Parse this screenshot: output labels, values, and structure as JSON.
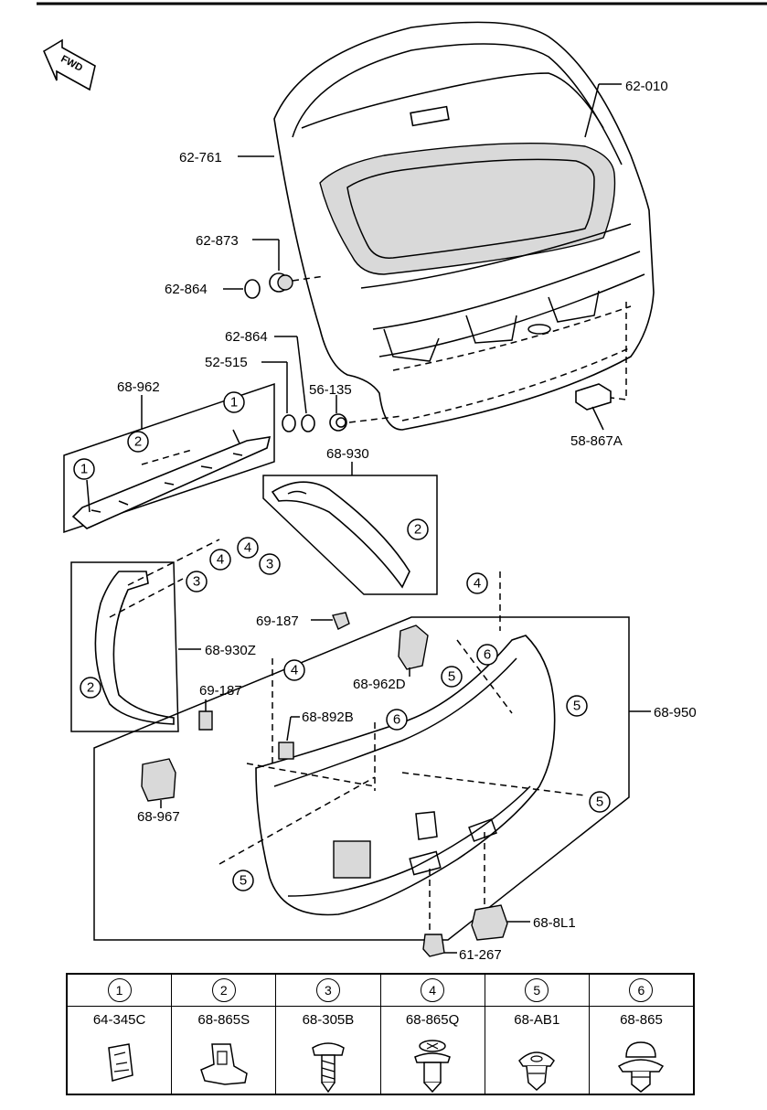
{
  "fwd_label": "FWD",
  "labels": {
    "p62010": "62-010",
    "p62761": "62-761",
    "p62873": "62-873",
    "p62864a": "62-864",
    "p62864b": "62-864",
    "p52515": "52-515",
    "p56135": "56-135",
    "p58867a": "58-867A",
    "p68962": "68-962",
    "p68930": "68-930",
    "p68930z": "68-930Z",
    "p69187a": "69-187",
    "p69187b": "69-187",
    "p68962d": "68-962D",
    "p68892b": "68-892B",
    "p68950": "68-950",
    "p68967": "68-967",
    "p688l1": "68-8L1",
    "p61267": "61-267"
  },
  "callouts": {
    "one": "1",
    "two": "2",
    "three": "3",
    "four": "4",
    "five": "5",
    "six": "6"
  },
  "legend": [
    {
      "num": "1",
      "code": "64-345C",
      "icon": "clip-icon"
    },
    {
      "num": "2",
      "code": "68-865S",
      "icon": "clip-icon"
    },
    {
      "num": "3",
      "code": "68-305B",
      "icon": "screw-icon"
    },
    {
      "num": "4",
      "code": "68-865Q",
      "icon": "screw-icon"
    },
    {
      "num": "5",
      "code": "68-AB1",
      "icon": "grommet-icon"
    },
    {
      "num": "6",
      "code": "68-865",
      "icon": "push-clip-icon"
    }
  ]
}
